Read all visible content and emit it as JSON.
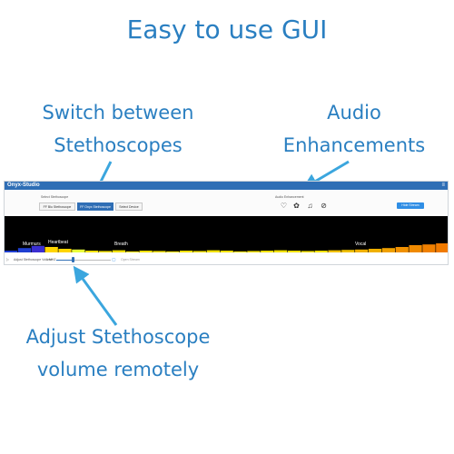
{
  "slide": {
    "title": "Easy to use GUI",
    "callouts": {
      "switch": "Switch between\nStethoscopes",
      "audio": "Audio\nEnhancements",
      "volume": "Adjust Stethoscope\nvolume remotely"
    },
    "text_color": "#2a7fc1"
  },
  "app": {
    "window_title": "Onyx-Studio",
    "titlebar_color": "#2f6eb5",
    "toolbar": {
      "stethoscope_label": "Select Stethoscope",
      "stethoscope_buttons": [
        {
          "label": "FF Blu Stethoscope",
          "selected": false
        },
        {
          "label": "FF Onyx Stethoscope",
          "selected": true
        },
        {
          "label": "Select Device",
          "selected": false
        }
      ],
      "audio_label": "Audio Enhancement",
      "audio_icons": [
        "heart-icon",
        "lungs-icon",
        "voice-icon",
        "ban-icon"
      ],
      "action_button": "Hide Stream"
    },
    "spectrum": {
      "regions": [
        "Murmurs",
        "Heartbeat",
        "Breath",
        "Vocal"
      ],
      "bar_levels": [
        0.05,
        0.12,
        0.18,
        0.15,
        0.1,
        0.08,
        0.05,
        0.04,
        0.06,
        0.03,
        0.05,
        0.04,
        0.03,
        0.05,
        0.04,
        0.06,
        0.05,
        0.03,
        0.04,
        0.05,
        0.06,
        0.05,
        0.04,
        0.05,
        0.06,
        0.07,
        0.08,
        0.1,
        0.12,
        0.15,
        0.2,
        0.22,
        0.25
      ],
      "bar_colors": [
        "#1f3fd1",
        "#1f3fd1",
        "#3b2fd1",
        "#ffd500",
        "#ffd500",
        "#e8ff3a",
        "#f0e000",
        "#f0e000",
        "#f0e000",
        "#f0e000",
        "#f0e000",
        "#f0e000",
        "#f0e000",
        "#f0e000",
        "#f0e000",
        "#f0e000",
        "#f0e000",
        "#f0e000",
        "#f0e000",
        "#f0e000",
        "#f0e000",
        "#f0e000",
        "#f0e000",
        "#f0e000",
        "#f0c000",
        "#f0c000",
        "#f0b000",
        "#f0b000",
        "#f0a000",
        "#f09000",
        "#f08a00",
        "#f08000",
        "#f07a00"
      ]
    },
    "volume": {
      "label": "Adjust Stethoscope Volume",
      "value_text": "1 MHZ",
      "level": 0.3,
      "note": "Open Stream"
    }
  }
}
